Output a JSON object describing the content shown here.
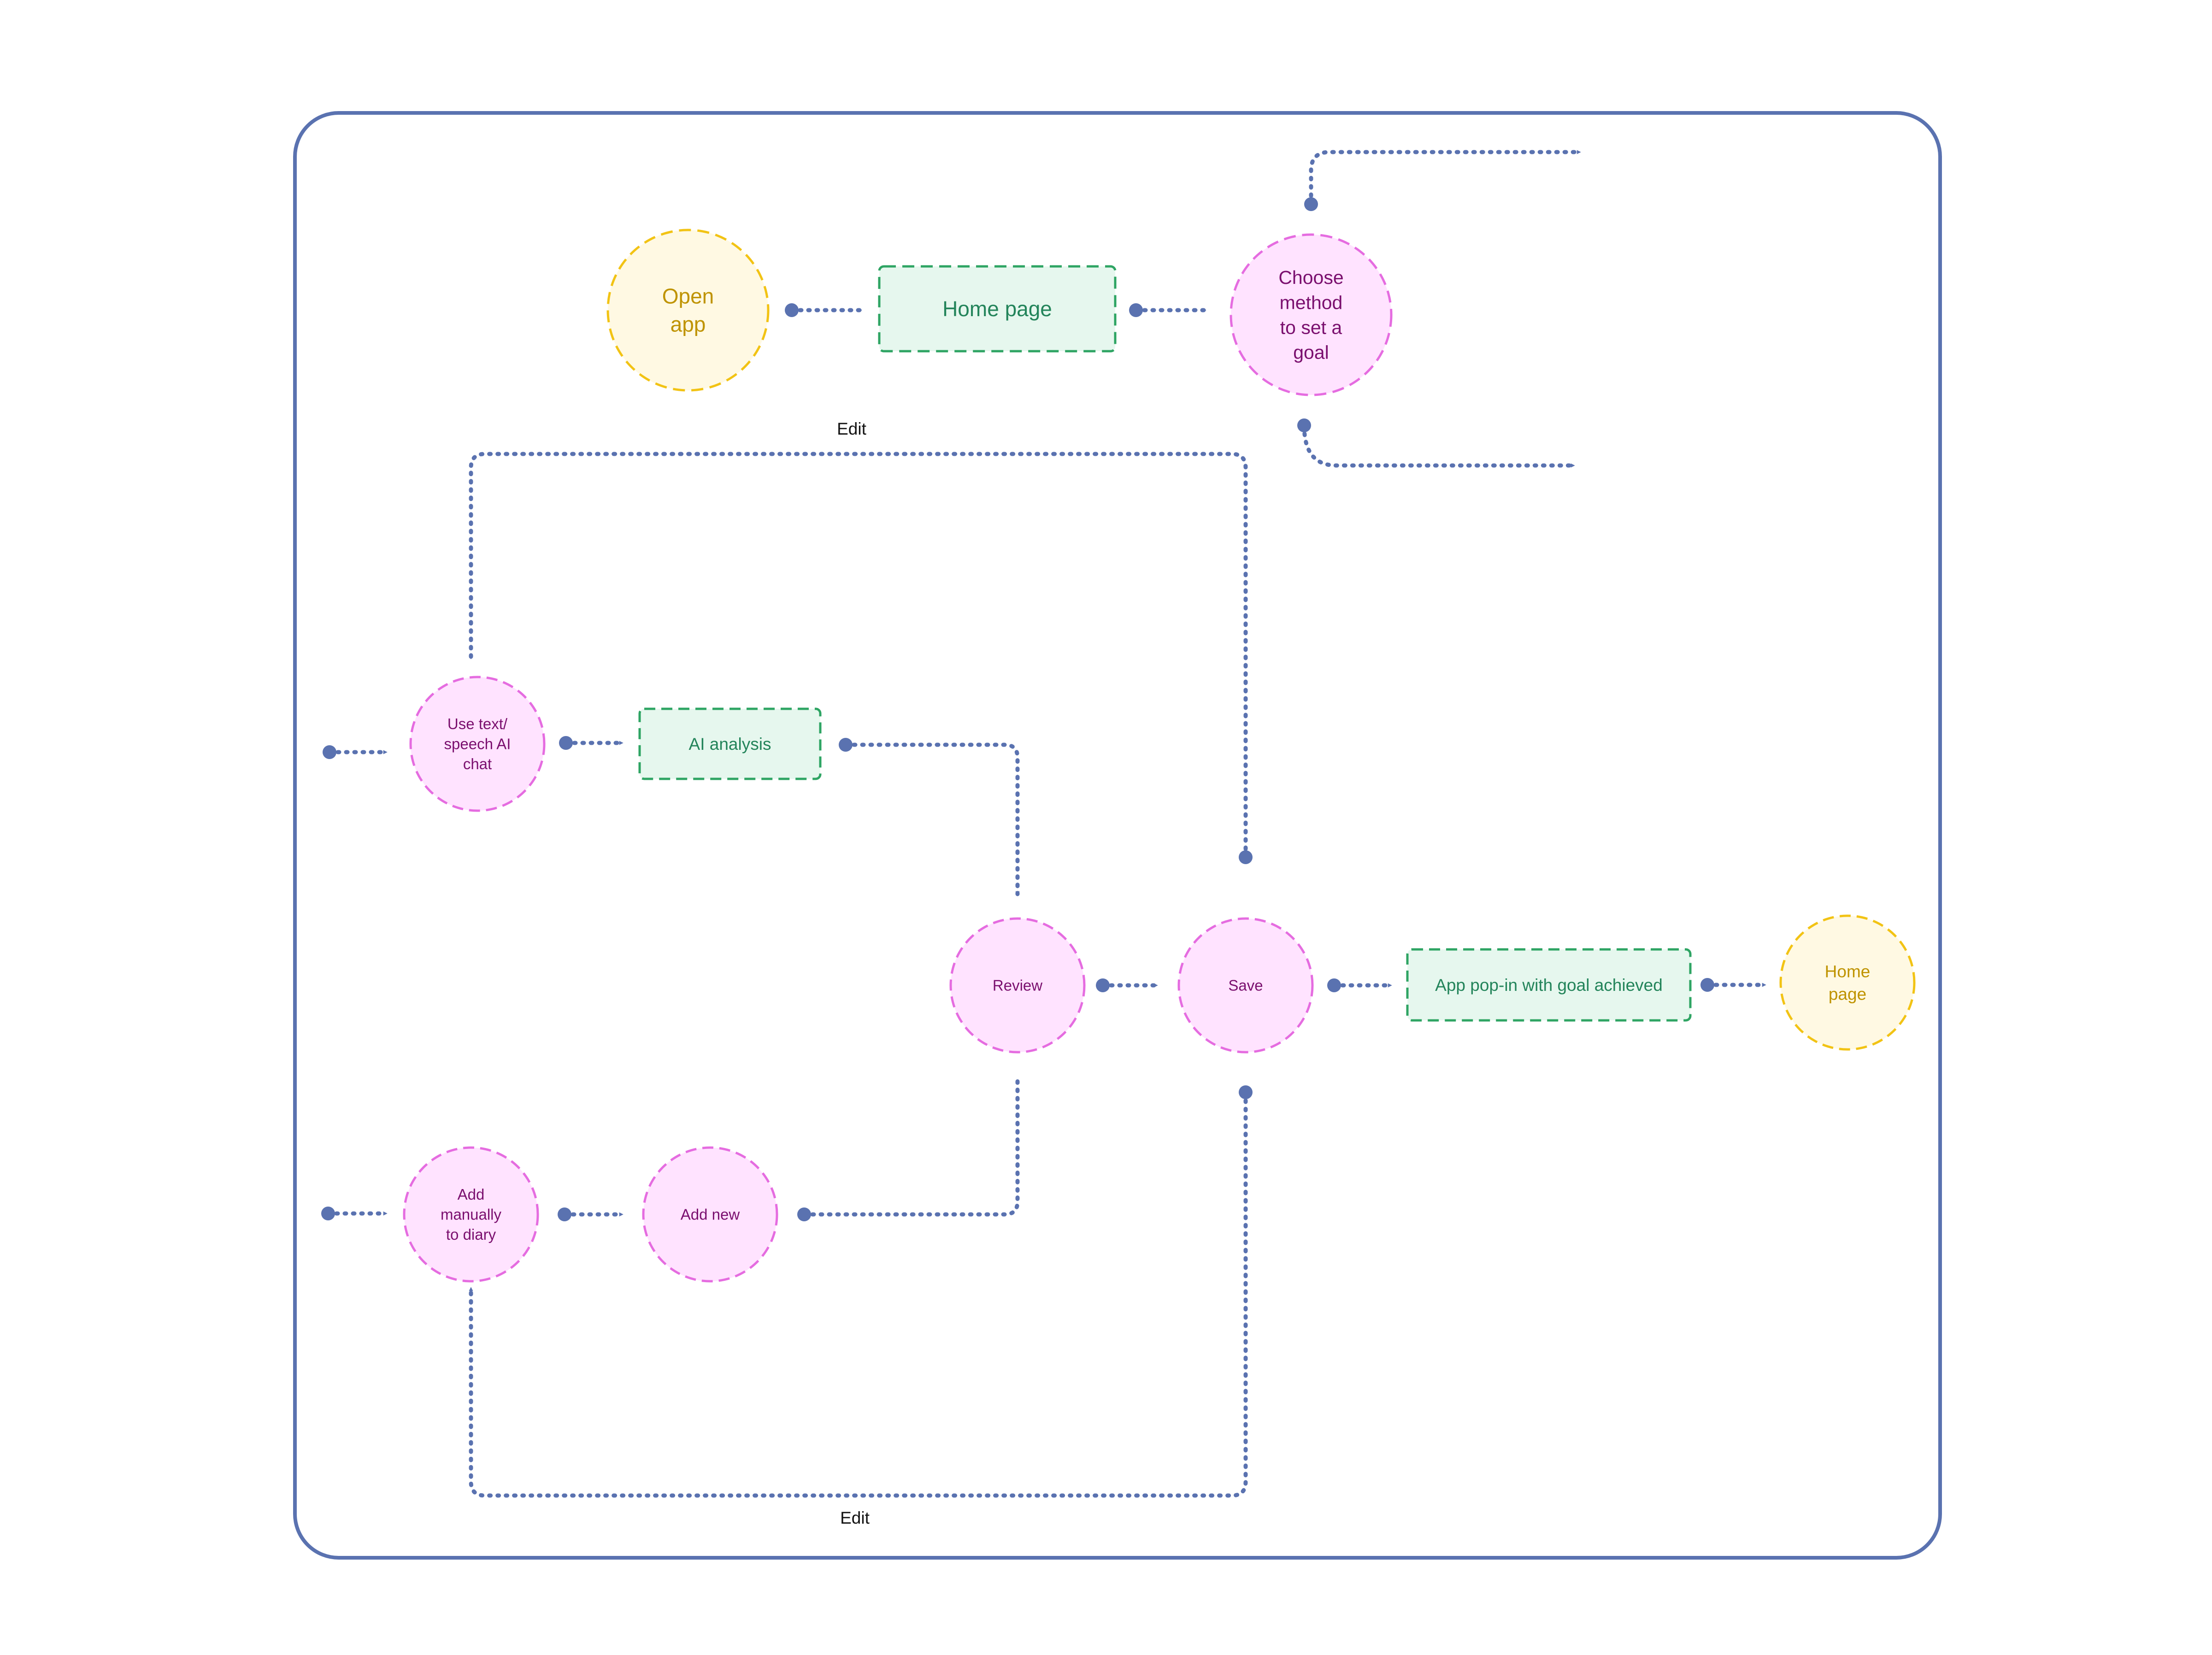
{
  "colors": {
    "frame": "#5A72B0",
    "arrow": "#5A72B0",
    "start_fill": "#FFF9E3",
    "start_stroke": "#F2C314",
    "start_text": "#BF9300",
    "screen_fill": "#E6F7EE",
    "screen_stroke": "#2EA463",
    "screen_text": "#23845A",
    "action_fill": "#FFE3FF",
    "action_stroke": "#E56CE0",
    "action_text": "#7A0F6E",
    "label_text": "#111111"
  },
  "nodes": {
    "open_app": {
      "lines": [
        "Open",
        "app"
      ]
    },
    "home_page_top": {
      "lines": [
        "Home page"
      ]
    },
    "choose_method": {
      "lines": [
        "Choose",
        "method",
        "to set a",
        "goal"
      ]
    },
    "use_ai_chat": {
      "lines": [
        "Use text/",
        "speech AI",
        "chat"
      ]
    },
    "ai_analysis": {
      "lines": [
        "AI analysis"
      ]
    },
    "review": {
      "lines": [
        "Review"
      ]
    },
    "save": {
      "lines": [
        "Save"
      ]
    },
    "app_popin": {
      "lines": [
        "App pop-in with goal achieved"
      ]
    },
    "home_page_end": {
      "lines": [
        "Home",
        "page"
      ]
    },
    "add_manually": {
      "lines": [
        "Add",
        "manually",
        "to diary"
      ]
    },
    "add_new": {
      "lines": [
        "Add new"
      ]
    }
  },
  "edge_labels": {
    "edit_top": "Edit",
    "edit_bottom": "Edit"
  }
}
